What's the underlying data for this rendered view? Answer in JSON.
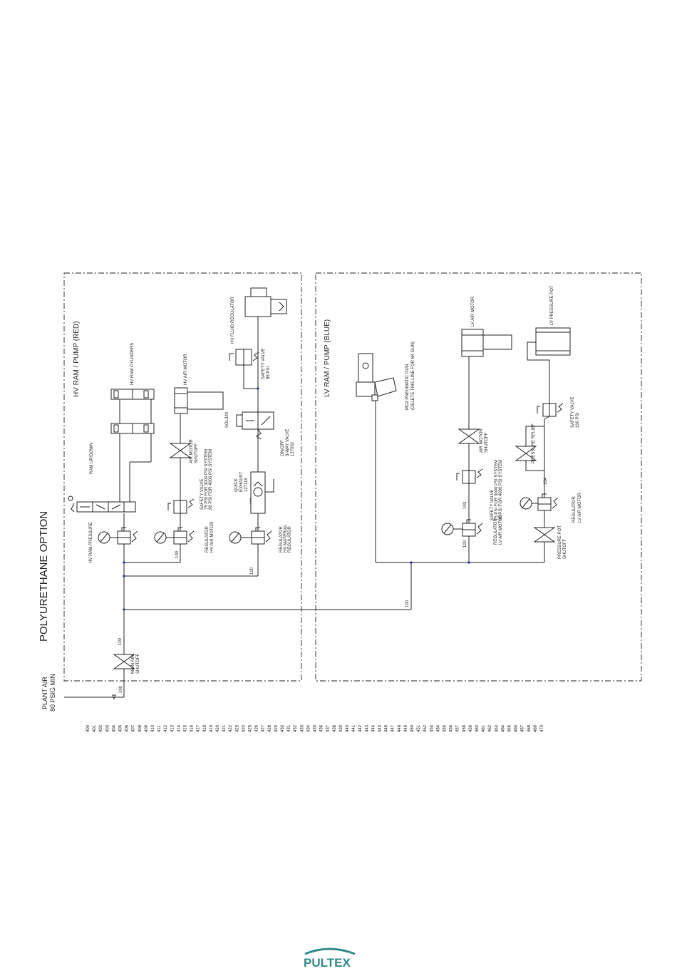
{
  "title": "POLYURETHANE OPTION",
  "plant_air": {
    "line1": "PLANT AIR",
    "line2": "80 PSIG MIN"
  },
  "sections": {
    "hv": "HV RAM / PUMP (RED)",
    "lv": "LV RAM / PUMP (BLUE)"
  },
  "labels": {
    "main_air": [
      "MAIN AIR",
      "SHUTOFF"
    ],
    "hv_ram_pressure": "HV RAM PRESSURE",
    "ram_up_down": "RAM UP/DOWN",
    "hv_ram_cylinders": "HV RAM CYLINDERS",
    "hv_air_motor": "HV AIR MOTOR",
    "hv_air_motor_shutoff": [
      "AIR MOTOR",
      "SHUTOFF"
    ],
    "hv_safety_valve": [
      "SAFETY VALVE",
      "75 PSI FOR 3000 PSI SYSTEM",
      "90 PSI FOR 4000 PSI SYSTEM"
    ],
    "regulator_hv_air_motor": [
      "REGULATOR",
      "HV AIR MOTOR"
    ],
    "hv_fluid_regulator": "HV FLUID REGULATOR",
    "safety_valve_85": [
      "SAFETY VALVE",
      "85 PSI"
    ],
    "sol320": "SOL320",
    "on_off_valve": [
      "ON/OFF",
      "3-WAY VALVE",
      "127032"
    ],
    "quick_exhaust": [
      "QUICK",
      "EXHAUST",
      "127115"
    ],
    "regulator_hv_material": [
      "REGULATOR",
      "HV MATERIAL",
      "REGULATOR"
    ],
    "md2_gun": [
      "MD2 PNEUMATIC GUN",
      "(DELETE THIS LINE FOR 6K GUN)"
    ],
    "lv_air_motor": "LV AIR MOTOR",
    "lv_air_motor_shutoff": [
      "AIR MOTOR",
      "SHUTOFF"
    ],
    "lv_safety_valve": [
      "SAFETY VALVE",
      "75 PSI FOR 3000 PSI SYSTEM",
      "90 PSI FOR 4000 PSI SYSTEM"
    ],
    "regulator_lv_air_motor": [
      "REGULATOR",
      "LV AIR MOTOR"
    ],
    "lv_pressure_pot": "LV PRESSURE POT",
    "pressure_relief": "PRESSURE RELIEF",
    "safety_valve_100": [
      "SAFETY VALVE",
      "100 PSI"
    ],
    "regulator_lv_air_motor_2": [
      "REGULATOR",
      "LV AIR MOTOR"
    ],
    "pressure_pot_shutoff": [
      "PRESSURE POT",
      "SHUTOFF"
    ]
  },
  "pipe_sizes": [
    "100",
    "100",
    "100",
    "100",
    "102",
    "100",
    "100",
    "103",
    "104"
  ],
  "line_numbers": [
    "400",
    "401",
    "402",
    "403",
    "404",
    "405",
    "406",
    "407",
    "408",
    "409",
    "410",
    "411",
    "412",
    "413",
    "414",
    "415",
    "416",
    "417",
    "418",
    "419",
    "420",
    "421",
    "422",
    "423",
    "424",
    "425",
    "426",
    "427",
    "428",
    "429",
    "430",
    "431",
    "432",
    "433",
    "434",
    "435",
    "436",
    "437",
    "438",
    "439",
    "440",
    "441",
    "442",
    "443",
    "444",
    "445",
    "446",
    "447",
    "448",
    "449",
    "450",
    "451",
    "452",
    "453",
    "454",
    "455",
    "456",
    "457",
    "458",
    "459",
    "460",
    "461",
    "462",
    "463",
    "464",
    "465",
    "466",
    "467",
    "468",
    "469",
    "470"
  ],
  "logo": "PULTEX",
  "colors": {
    "line": "#222222",
    "connector": "#3344aa",
    "logo": "#2f8a8a"
  }
}
